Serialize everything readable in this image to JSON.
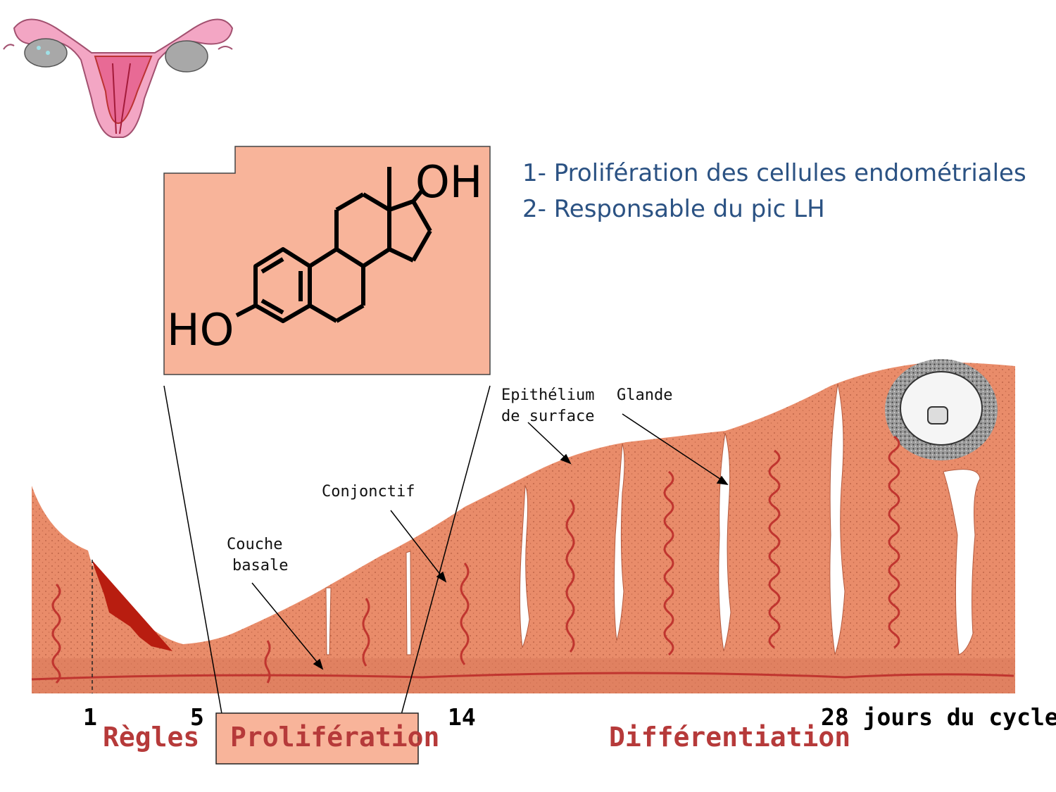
{
  "description_points": [
    "1- Prolifération des cellules endométriales",
    "2- Responsable du pic LH"
  ],
  "molecule": {
    "hydroxyl_top": "OH",
    "hydroxyl_left": "HO"
  },
  "tissue_labels": {
    "epithelium_line1": "Epithélium",
    "epithelium_line2": "de surface",
    "glande": "Glande",
    "conjonctif": "Conjonctif",
    "couche_line1": "Couche",
    "couche_line2": "basale"
  },
  "days": {
    "d1": "1",
    "d5": "5",
    "d14": "14",
    "d28": "28 jours du cycle"
  },
  "phases": {
    "regles": "Règles",
    "proliferation": "Prolifération",
    "differentiation": "Différentiation"
  },
  "colors": {
    "tissue": "#e98c6a",
    "tissue_dark": "#d9785a",
    "vessel": "#c0352f",
    "blood": "#b81d10",
    "salmon_box": "#f8b49a",
    "phase_text": "#b63a3a",
    "bullet_text": "#2b5283"
  }
}
